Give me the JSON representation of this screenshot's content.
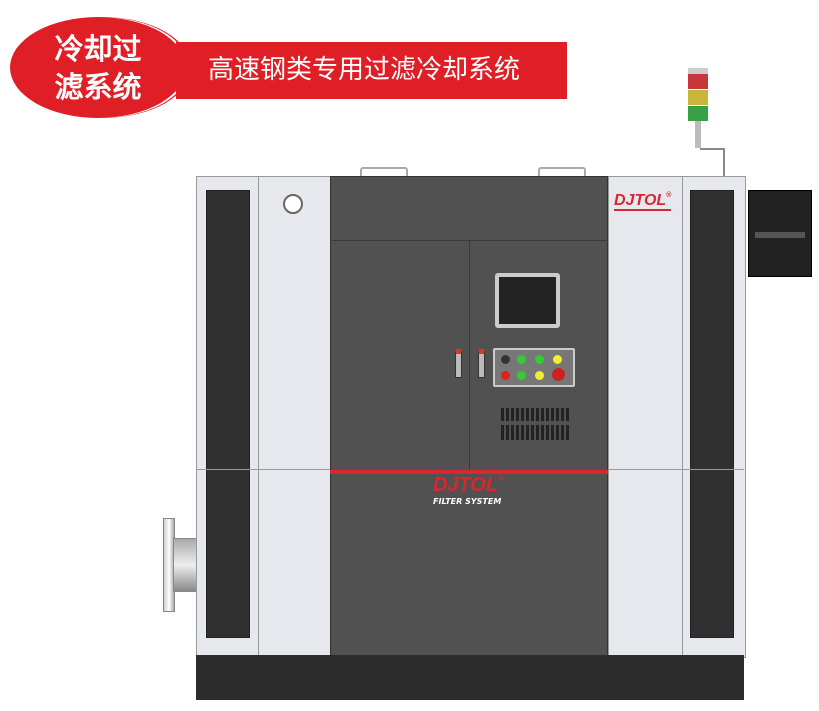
{
  "badge": {
    "line1": "冷却过",
    "line2": "滤系统"
  },
  "banner": {
    "title": "高速钢类专用过滤冷却系统"
  },
  "machine": {
    "brand": "DJTOL",
    "brand_mark": "®",
    "subtitle": "FILTER SYSTEM"
  },
  "colors": {
    "brand_red": "#e01e26",
    "body_dark": "#505150",
    "panel_light": "#e6e8ee"
  }
}
